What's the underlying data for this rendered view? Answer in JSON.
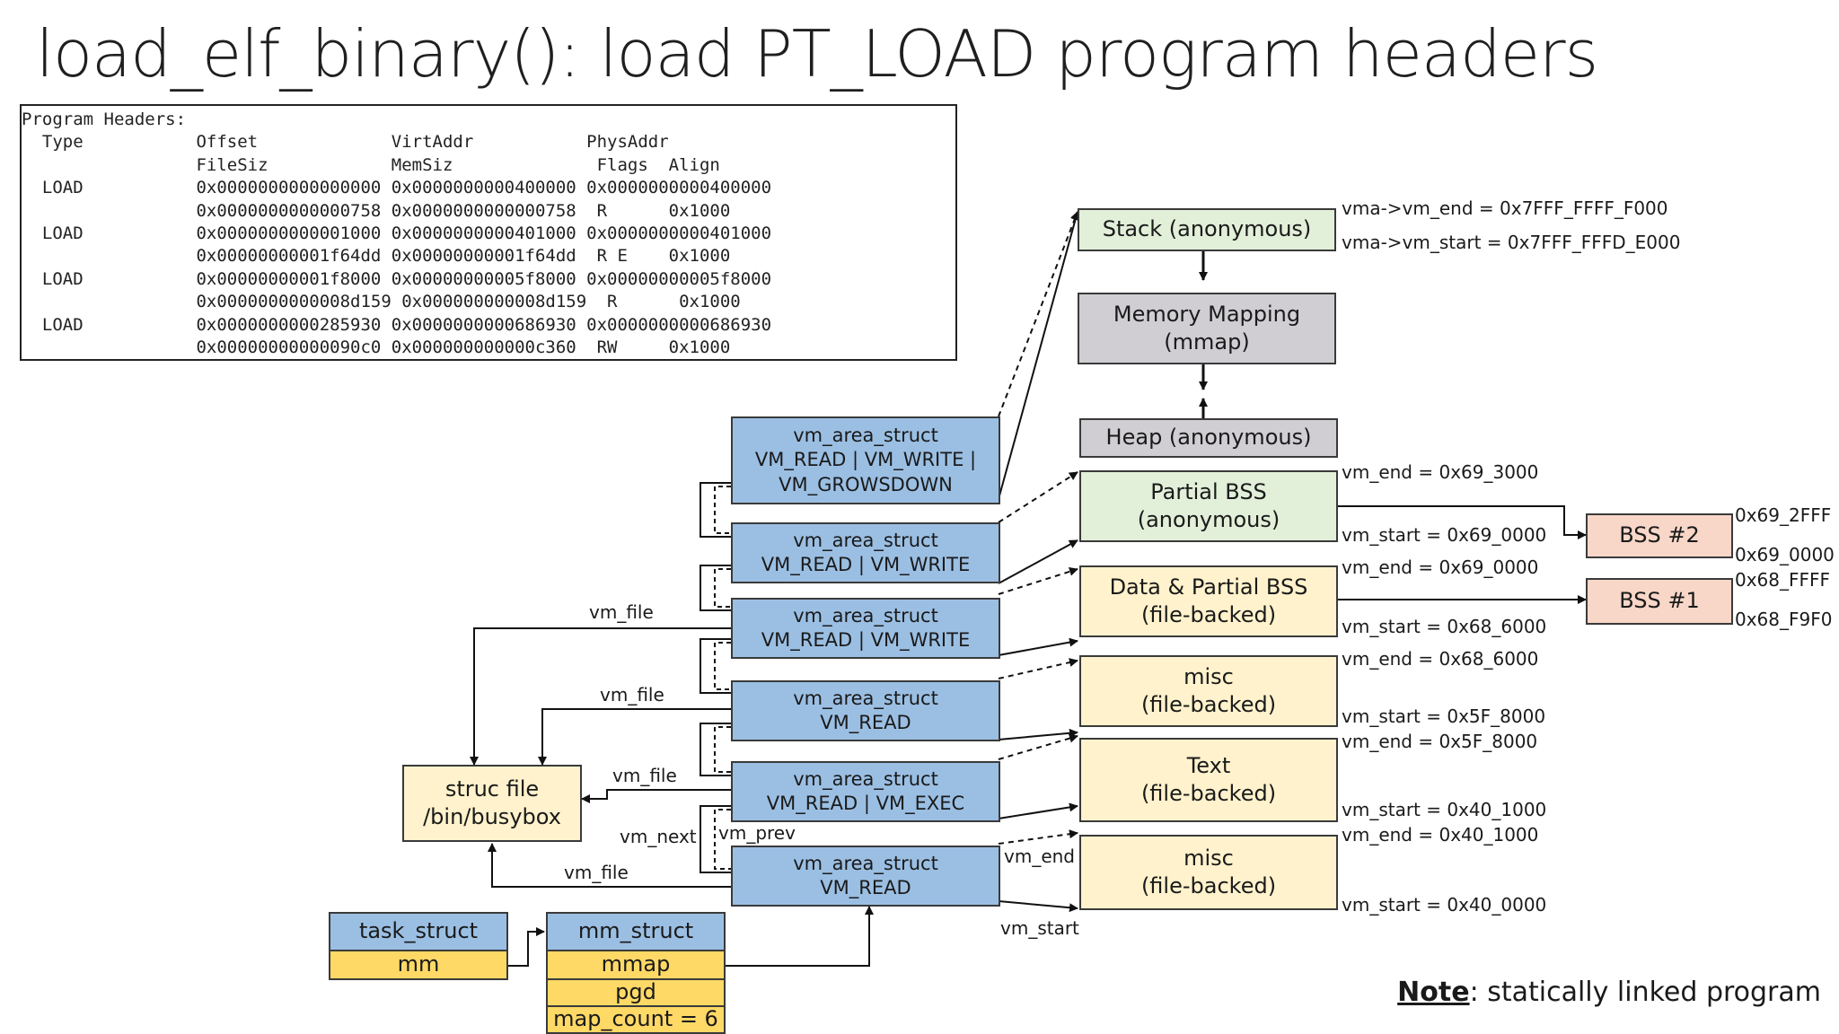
{
  "title": "load_elf_binary(): load PT_LOAD program headers",
  "program_headers": {
    "rows": [
      "Program Headers:",
      "  Type           Offset             VirtAddr           PhysAddr",
      "                 FileSiz            MemSiz              Flags  Align",
      "  LOAD           0x0000000000000000 0x0000000000400000 0x0000000000400000",
      "                 0x0000000000000758 0x0000000000000758  R      0x1000",
      "  LOAD           0x0000000000001000 0x0000000000401000 0x0000000000401000",
      "                 0x00000000001f64dd 0x00000000001f64dd  R E    0x1000",
      "  LOAD           0x00000000001f8000 0x00000000005f8000 0x00000000005f8000",
      "                 0x0000000000008d159 0x000000000008d159  R      0x1000",
      "  LOAD           0x0000000000285930 0x0000000000686930 0x0000000000686930",
      "                 0x00000000000090c0 0x000000000000c360  RW     0x1000"
    ]
  },
  "vmas": [
    {
      "title": "vm_area_struct",
      "flags1": "VM_READ | VM_WRITE |",
      "flags2": "VM_GROWSDOWN"
    },
    {
      "title": "vm_area_struct",
      "flags1": "VM_READ | VM_WRITE",
      "flags2": ""
    },
    {
      "title": "vm_area_struct",
      "flags1": "VM_READ | VM_WRITE",
      "flags2": ""
    },
    {
      "title": "vm_area_struct",
      "flags1": "VM_READ",
      "flags2": ""
    },
    {
      "title": "vm_area_struct",
      "flags1": "VM_READ | VM_EXEC",
      "flags2": ""
    },
    {
      "title": "vm_area_struct",
      "flags1": "VM_READ",
      "flags2": ""
    }
  ],
  "regions": {
    "stack": "Stack (anonymous)",
    "mmap_l1": "Memory Mapping",
    "mmap_l2": "(mmap)",
    "heap": "Heap (anonymous)",
    "pbss_l1": "Partial BSS",
    "pbss_l2": "(anonymous)",
    "data_l1": "Data & Partial BSS",
    "data_l2": "(file-backed)",
    "misc1_l1": "misc",
    "misc1_l2": "(file-backed)",
    "text_l1": "Text",
    "text_l2": "(file-backed)",
    "misc2_l1": "misc",
    "misc2_l2": "(file-backed)"
  },
  "bss": {
    "bss2": "BSS #2",
    "bss1": "BSS #1",
    "bss2_top": "0x69_2FFF",
    "bss2_bot": "0x69_0000",
    "bss1_top": "0x68_FFFF",
    "bss1_bot": "0x68_F9F0"
  },
  "addr_labels": {
    "stack_end": "vma->vm_end = 0x7FFF_FFFF_F000",
    "stack_start": "vma->vm_start = 0x7FFF_FFFD_E000",
    "pbss_end": "vm_end =  0x69_3000",
    "pbss_start": "vm_start =  0x69_0000",
    "data_end": "vm_end =  0x69_0000",
    "data_start": "vm_start =  0x68_6000",
    "misc1_end": "vm_end =  0x68_6000",
    "misc1_start": "vm_start =  0x5F_8000",
    "text_end": "vm_end =  0x5F_8000",
    "text_start": "vm_start =  0x40_1000",
    "misc2_end": "vm_end =  0x40_1000",
    "misc2_start": "vm_start =  0x40_0000"
  },
  "links": {
    "vm_file": "vm_file",
    "vm_next": "vm_next",
    "vm_prev": "vm_prev",
    "vm_end": "vm_end",
    "vm_start": "vm_start"
  },
  "file": {
    "l1": "struc file",
    "l2": "/bin/busybox"
  },
  "task_struct": {
    "name": "task_struct",
    "field": "mm"
  },
  "mm_struct": {
    "name": "mm_struct",
    "f1": "mmap",
    "f2": "pgd",
    "f3": "map_count = 6"
  },
  "note": {
    "bold": "Note",
    "rest": ": statically linked program"
  },
  "colors": {
    "vma": "#9bbfe3",
    "anon": "#e2efd9",
    "mmap": "#d0ced3",
    "file": "#fff2cc",
    "bss": "#f8d7c8",
    "field": "#ffd966"
  }
}
